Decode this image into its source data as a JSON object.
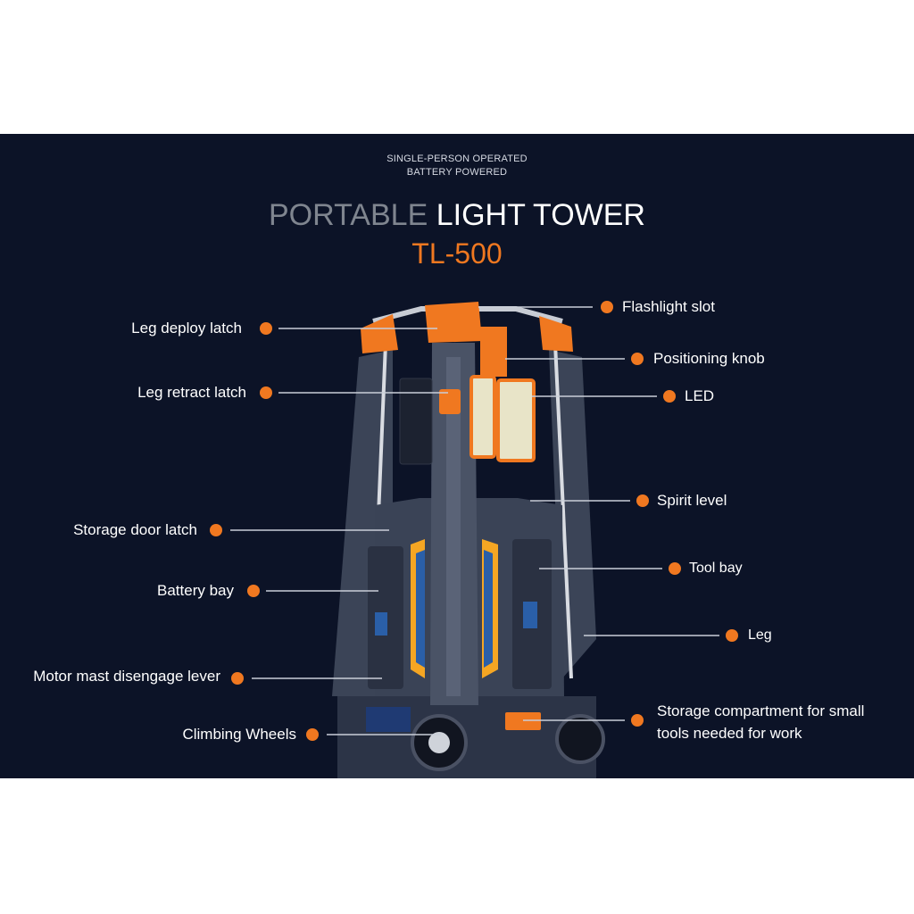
{
  "header": {
    "tagline_1": "SINGLE-PERSON OPERATED",
    "tagline_2": "BATTERY POWERED",
    "title_dim": "PORTABLE",
    "title_bright": "LIGHT TOWER",
    "model": "TL-500"
  },
  "callouts_left": [
    "Leg deploy latch",
    "Leg retract latch",
    "Storage door latch",
    "Battery bay",
    "Motor mast disengage lever",
    "Climbing Wheels"
  ],
  "callouts_right": [
    "Flashlight slot",
    "Positioning knob",
    "LED",
    "Spirit level",
    "Tool bay",
    "Leg",
    "Storage compartment for small",
    "tools needed for work"
  ],
  "colors": {
    "background": "#0c1327",
    "accent_orange": "#f07820",
    "body_gray": "#3a4356",
    "leader_line": "#c9ced8"
  }
}
